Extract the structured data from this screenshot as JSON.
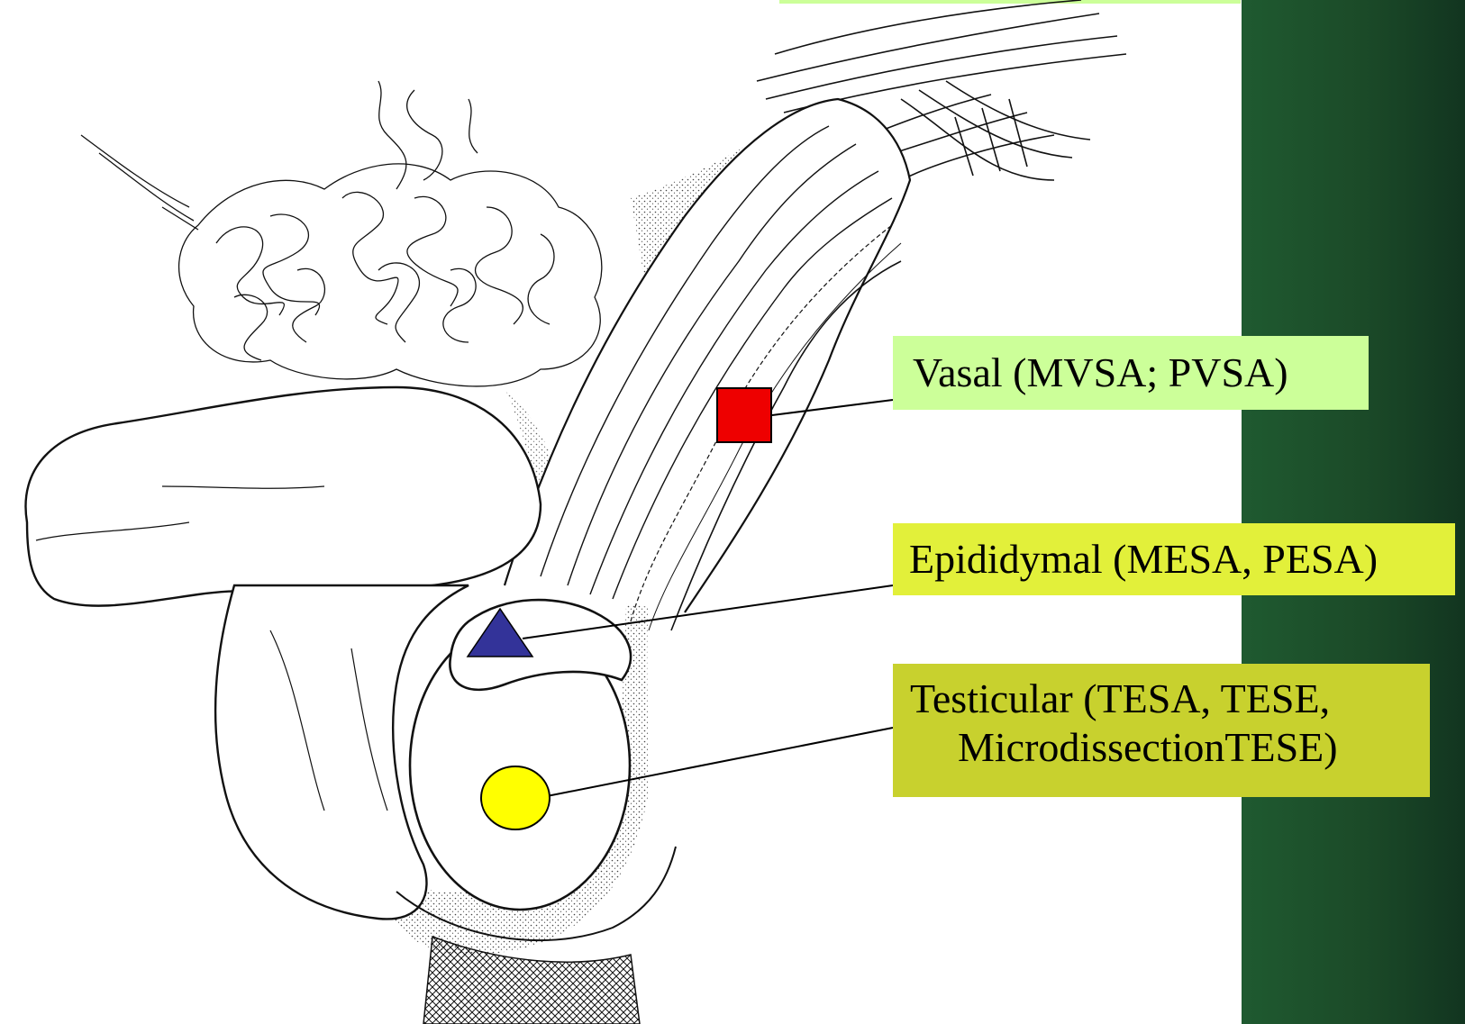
{
  "labels": {
    "vasal": {
      "text": "Vasal (MVSA; PVSA)"
    },
    "epididymal": {
      "text": "Epididymal (MESA, PESA)"
    },
    "testicular": {
      "line1": "Testicular (TESA, TESE,",
      "line2": "MicrodissectionTESE)"
    }
  },
  "markers": {
    "vasal": {
      "shape": "square",
      "color": "#ee0000"
    },
    "epididymal": {
      "shape": "triangle",
      "color": "#333399"
    },
    "testicular": {
      "shape": "circle",
      "color": "#ffff00"
    }
  },
  "colors": {
    "vasal_label_bg": "#ccff99",
    "epididymal_label_bg": "#e2f03a",
    "testicular_label_bg": "#c8d12e",
    "sidebar": "#1b4a28"
  }
}
